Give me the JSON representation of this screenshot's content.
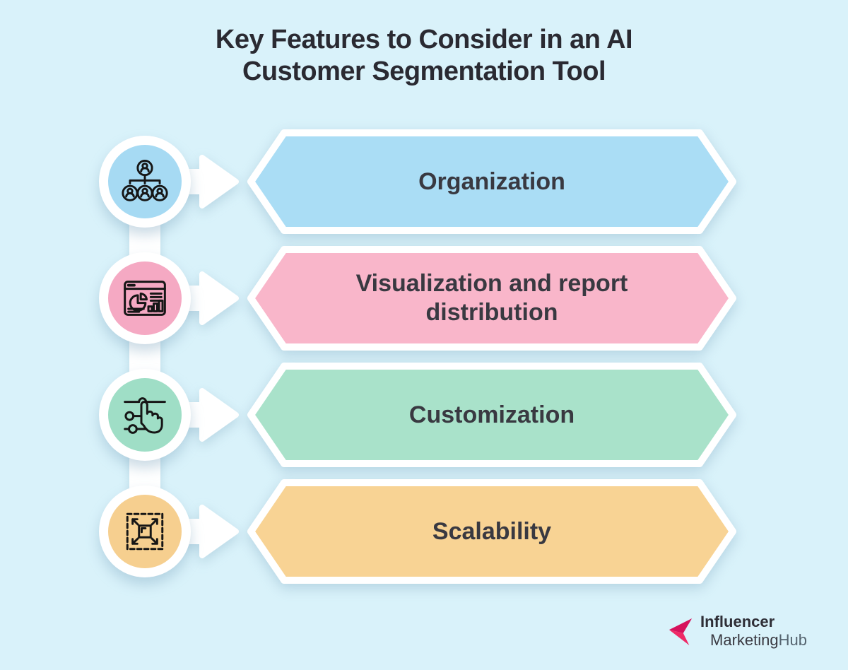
{
  "title": {
    "line1": "Key Features to Consider in an AI",
    "line2": "Customer Segmentation Tool"
  },
  "rows": [
    {
      "label": "Organization",
      "icon": "org-hierarchy",
      "banner_fill": "#aaddf5",
      "circle_fill": "#a6daf3"
    },
    {
      "label": "Visualization and report distribution",
      "icon": "dashboard-report",
      "banner_fill": "#f9b6ca",
      "circle_fill": "#f5a9c3"
    },
    {
      "label": "Customization",
      "icon": "sliders-hand",
      "banner_fill": "#a9e2ca",
      "circle_fill": "#9fdec6"
    },
    {
      "label": "Scalability",
      "icon": "scale-expand",
      "banner_fill": "#f8d394",
      "circle_fill": "#f6cf8f"
    }
  ],
  "logo": {
    "line1": "Influencer",
    "line2_marketing": "Marketing",
    "line2_hub": "Hub",
    "mark_dark": "#d6125c",
    "mark_light": "#ee2a66"
  },
  "colors": {
    "background": "#d9f2fa",
    "title_text": "#2a2a32",
    "banner_text": "#393941",
    "connector": "#ffffff"
  }
}
